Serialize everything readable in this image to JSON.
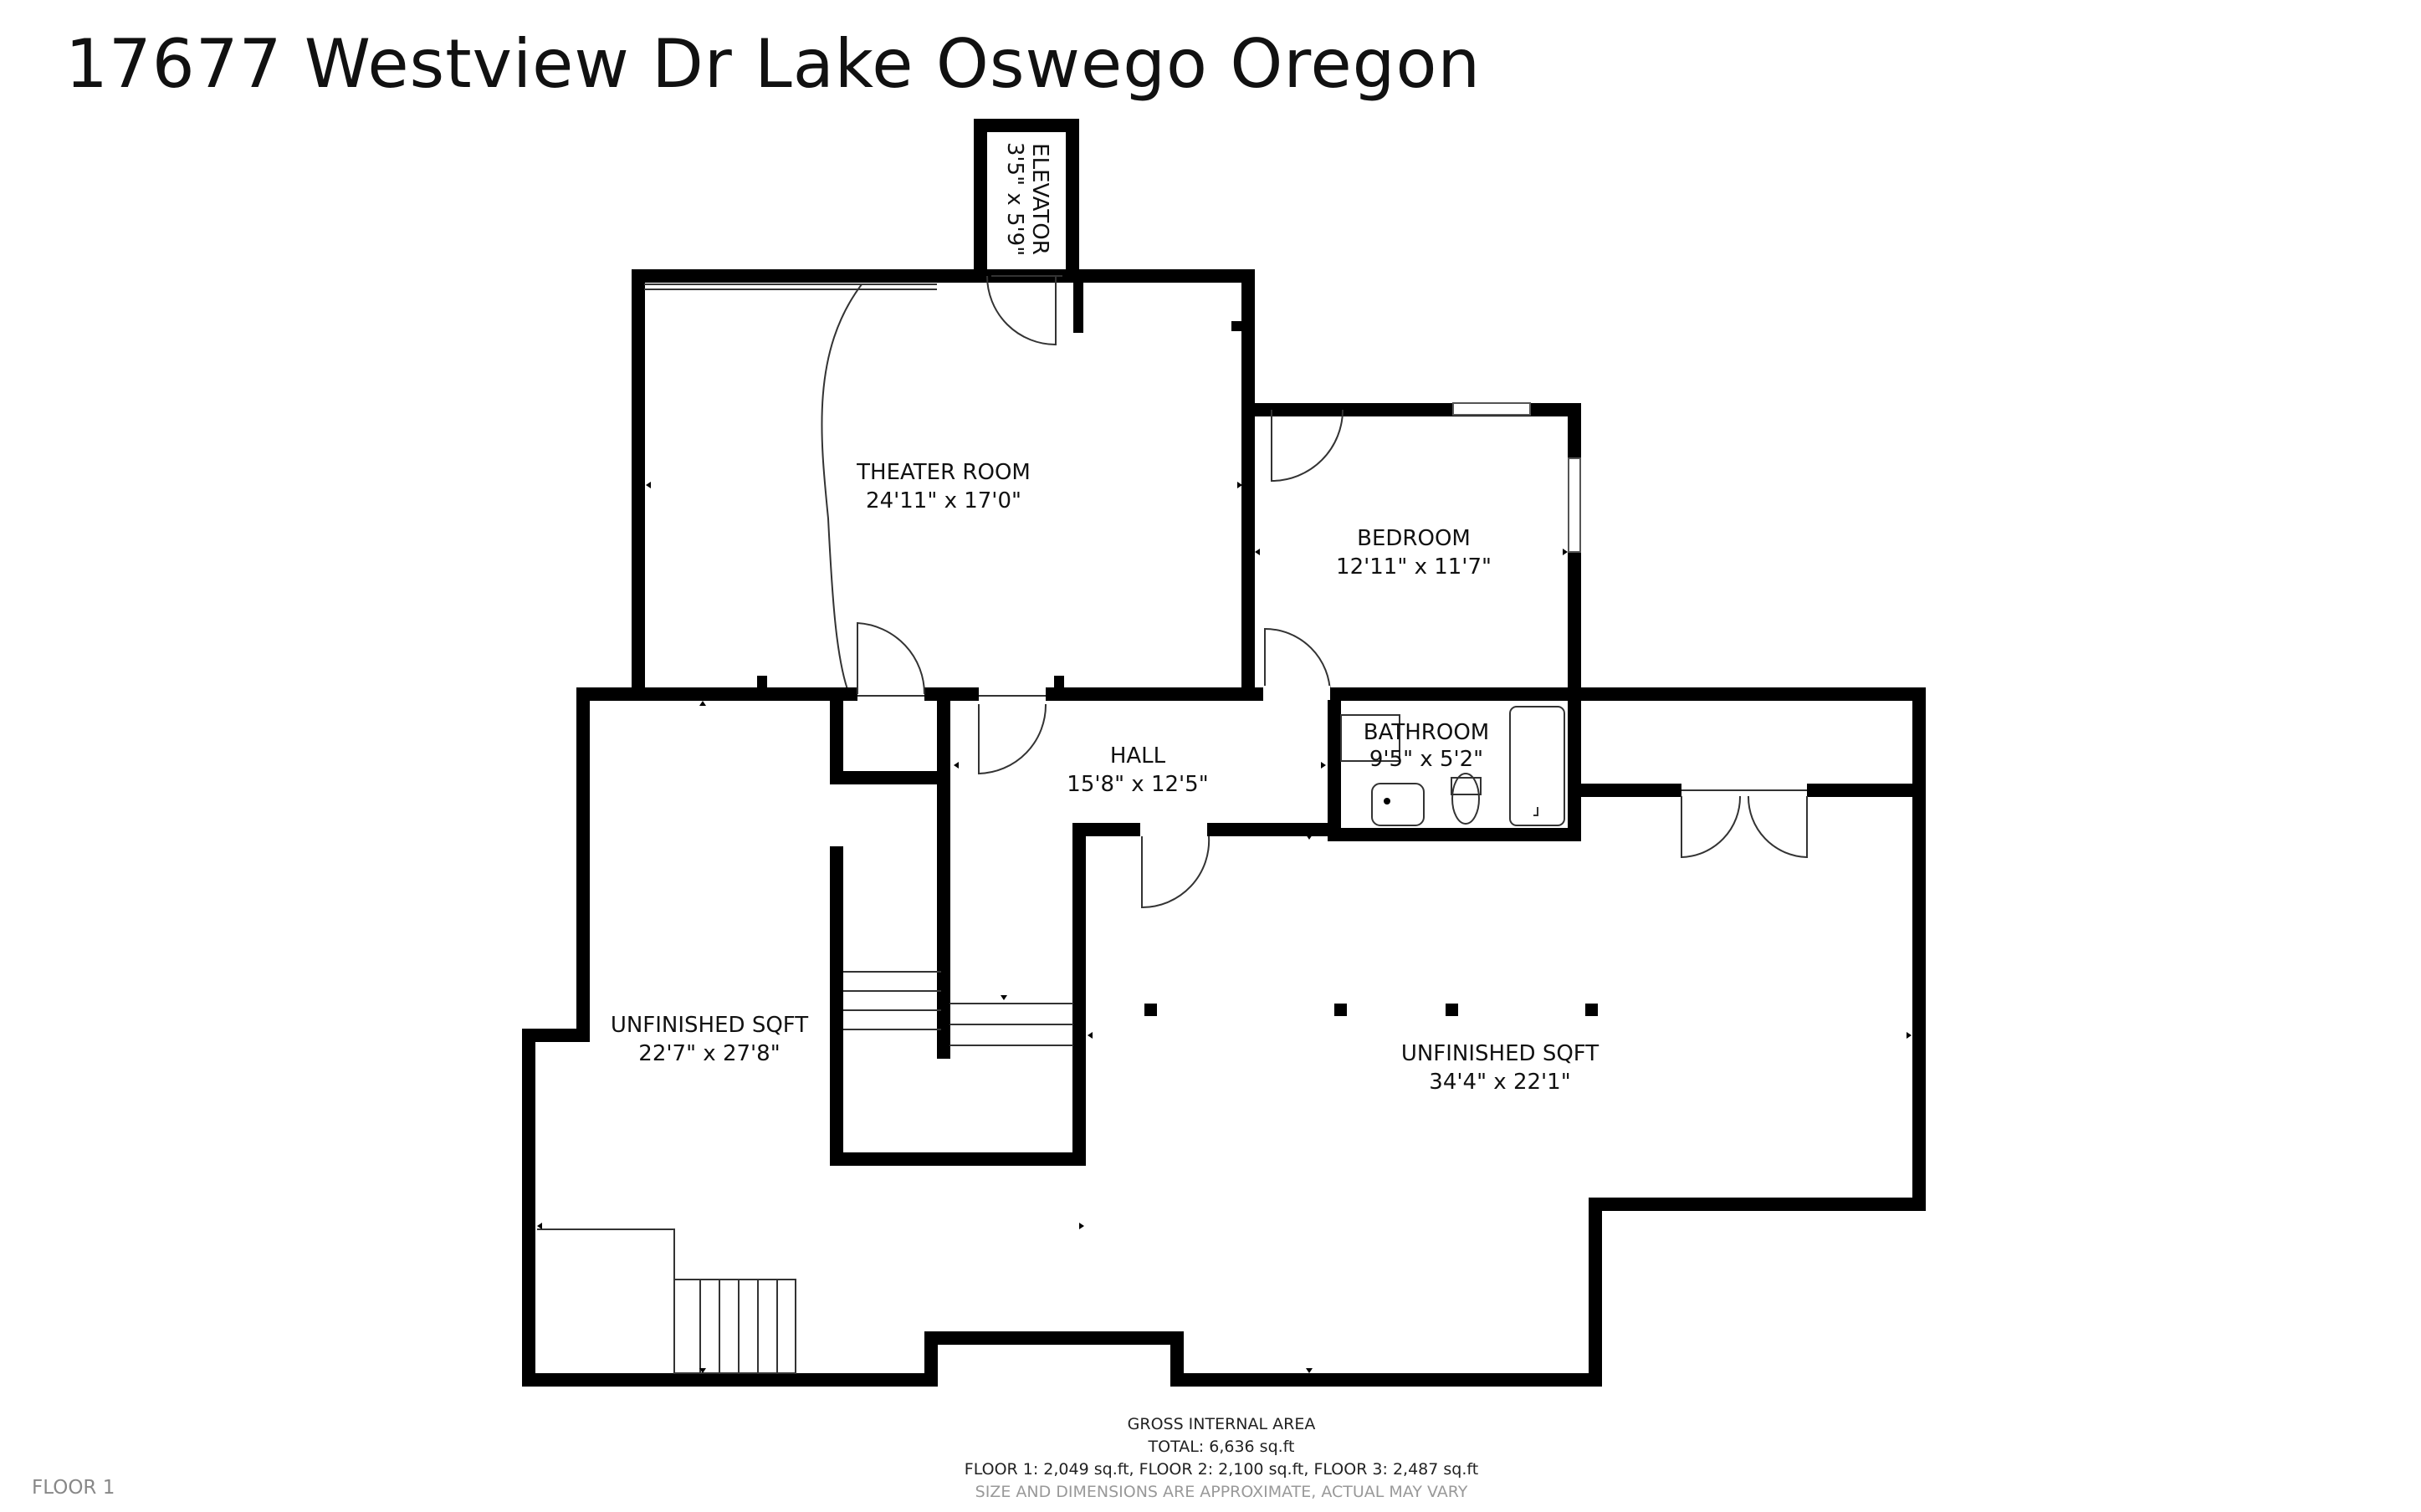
{
  "title": "17677 Westview Dr Lake Oswego Oregon",
  "floor_label": "FLOOR 1",
  "rooms": [
    {
      "name": "ELEVATOR",
      "dims": "3'5\" x 5'9\""
    },
    {
      "name": "THEATER ROOM",
      "dims": "24'11\" x 17'0\""
    },
    {
      "name": "BEDROOM",
      "dims": "12'11\" x 11'7\""
    },
    {
      "name": "HALL",
      "dims": "15'8\" x 12'5\""
    },
    {
      "name": "BATHROOM",
      "dims": "9'5\" x 5'2\""
    },
    {
      "name": "UNFINISHED SQFT",
      "dims": "22'7\" x 27'8\""
    },
    {
      "name": "UNFINISHED SQFT",
      "dims": "34'4\" x 22'1\""
    }
  ],
  "area": {
    "heading": "GROSS INTERNAL AREA",
    "total": "TOTAL: 6,636 sq.ft",
    "floors": "FLOOR 1: 2,049 sq.ft, FLOOR 2: 2,100 sq.ft, FLOOR 3: 2,487 sq.ft",
    "note": "SIZE AND DIMENSIONS ARE APPROXIMATE, ACTUAL MAY VARY"
  }
}
